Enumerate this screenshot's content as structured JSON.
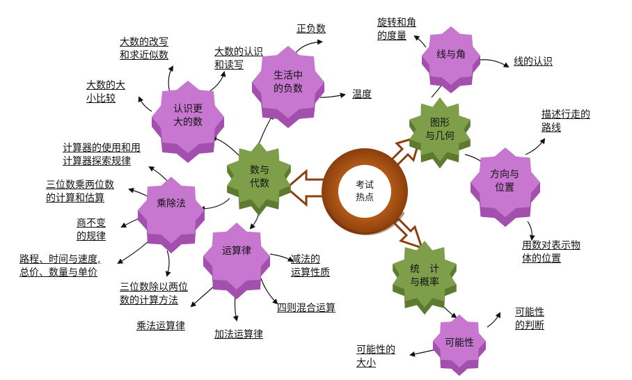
{
  "center": {
    "line1": "考试",
    "line2": "热点"
  },
  "nodes": {
    "shu_yu_dai_shu": {
      "line1": "数与",
      "line2": "代数"
    },
    "tu_xing": {
      "line1": "图形",
      "line2": "与几何"
    },
    "tong_ji": {
      "line1": "统　计",
      "line2": "与概率"
    },
    "renshi_gengda": {
      "line1": "认识更",
      "line2": "大的数"
    },
    "shenghuo_fushu": {
      "line1": "生活中",
      "line2": "的负数"
    },
    "chengchu": {
      "line1": "乘除法"
    },
    "yunsuanlv": {
      "line1": "运算律"
    },
    "xian_yu_jiao": {
      "line1": "线与角"
    },
    "fangxiang_weizhi": {
      "line1": "方向与",
      "line2": "位置"
    },
    "kenengxing": {
      "line1": "可能性"
    }
  },
  "labels": {
    "dashu_gaixie": {
      "line1": "大数的改写",
      "line2": "和求近似数"
    },
    "dashu_renshi": {
      "line1": "大数的认识",
      "line2": "和读写"
    },
    "dashu_bijiao": {
      "line1": "大数的大",
      "line2": "小比较"
    },
    "zhengfushu": {
      "line1": "正负数"
    },
    "wendu": {
      "line1": "温度"
    },
    "jisuanqi": {
      "line1": "计算器的使用和用",
      "line2": "计算器探索规律"
    },
    "sanwei_cheng": {
      "line1": "三位数乘两位数",
      "line2": "的计算和估算"
    },
    "shang_bubian": {
      "line1": "商不变",
      "line2": "的规律"
    },
    "lucheng": {
      "line1": "路程、时间与速度,",
      "line2": "总价、数量与单价"
    },
    "sanwei_chu": {
      "line1": "三位数除以两位",
      "line2": "数的计算方法"
    },
    "chengfa_lv": {
      "line1": "乘法运算律"
    },
    "jiafa_lv": {
      "line1": "加法运算律"
    },
    "jianfa": {
      "line1": "减法的",
      "line2": "运算性质"
    },
    "sizehunhe": {
      "line1": "四则混合运算"
    },
    "xuanzhuan": {
      "line1": "旋转和角",
      "line2": "的度量"
    },
    "xian_renshi": {
      "line1": "线的认识"
    },
    "miaoshu": {
      "line1": "描述行走的",
      "line2": "路线"
    },
    "yongshu": {
      "line1": "用数对表示物",
      "line2": "体的位置"
    },
    "kenengxing_panduan": {
      "line1": "可能性",
      "line2": "的判断"
    },
    "kenengxing_daxiao": {
      "line1": "可能性的",
      "line2": "大小"
    }
  },
  "colors": {
    "pink_face": "#C777CF",
    "pink_side": "#A24FAD",
    "pink_bottom": "#8E3F97",
    "green_face": "#7E9E4A",
    "green_side": "#5E7A30",
    "ring": "#9A4A10",
    "ring_dark": "#6E3108"
  }
}
